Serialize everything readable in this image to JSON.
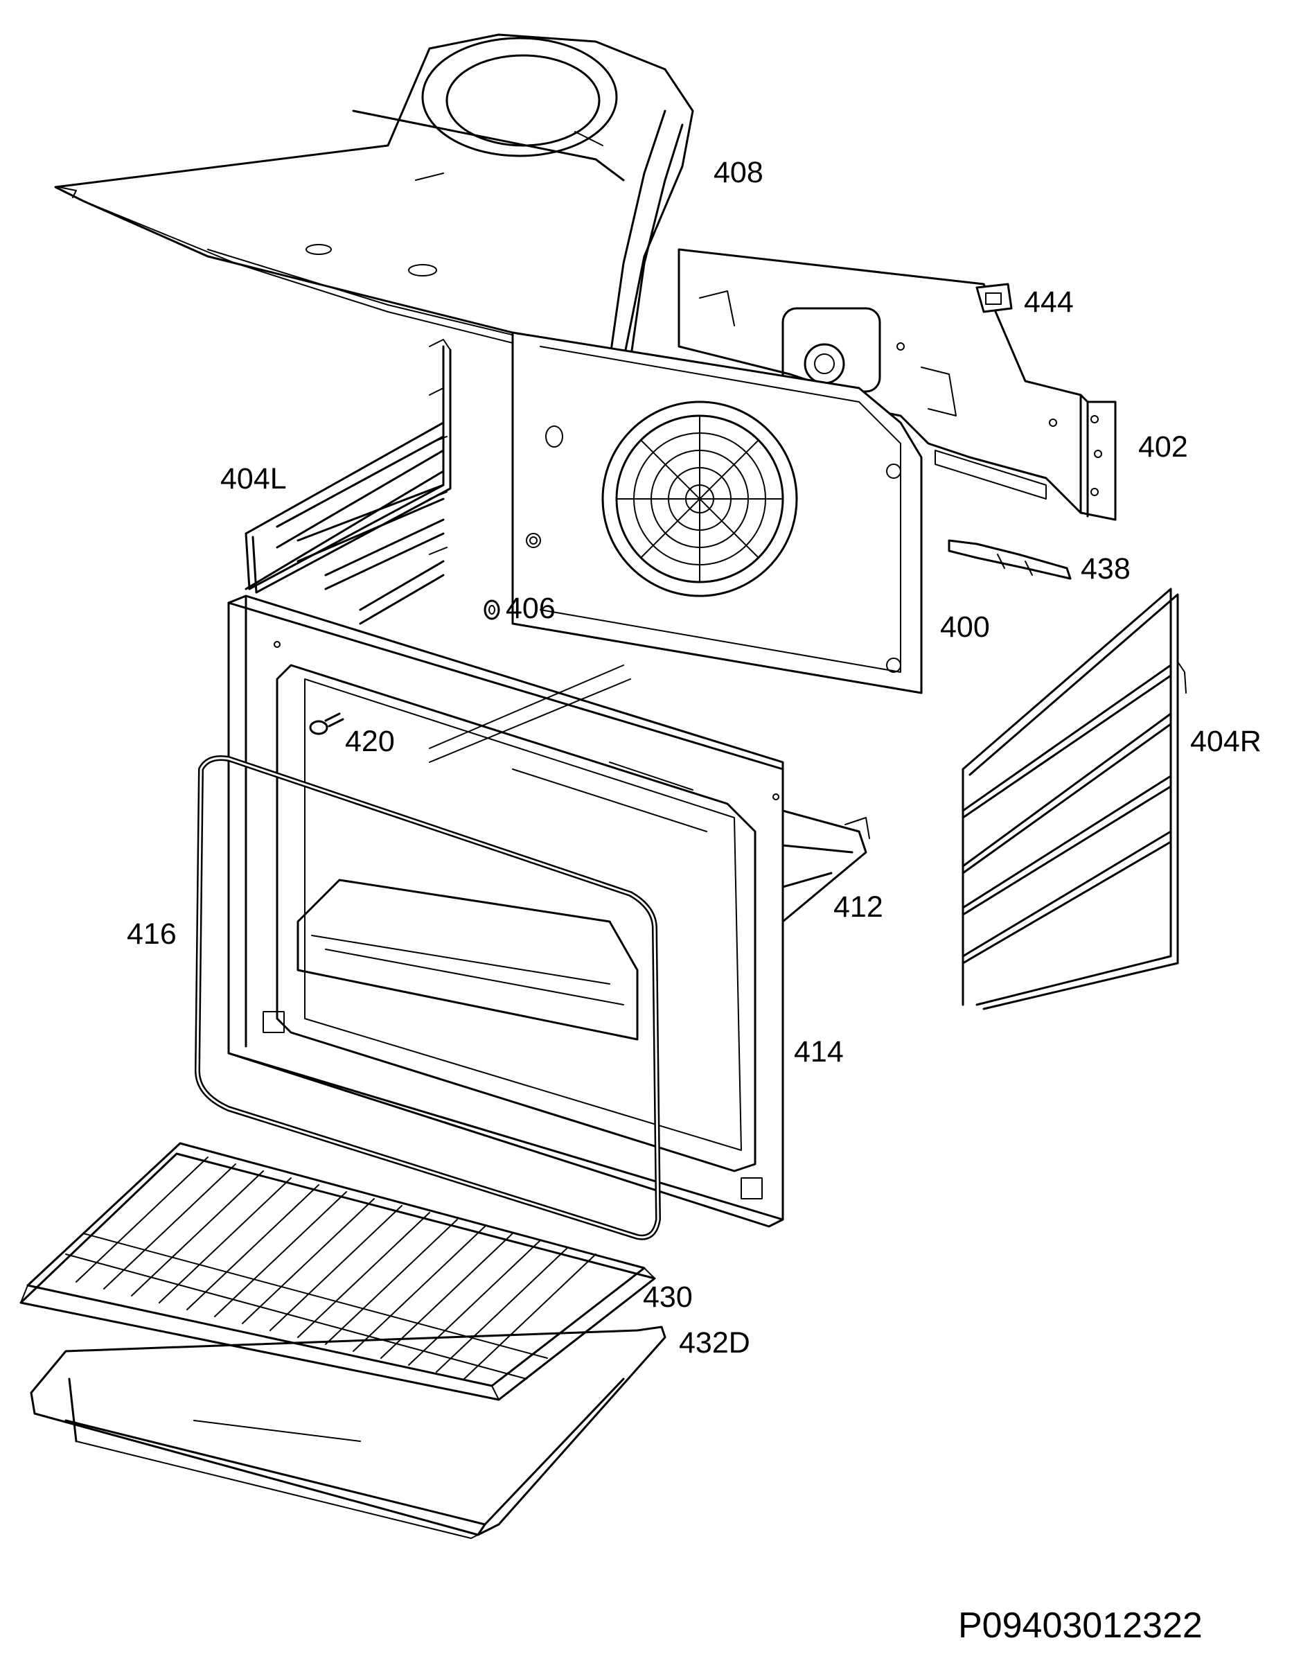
{
  "callouts": {
    "c408": "408",
    "c444": "444",
    "c402": "402",
    "c404L": "404L",
    "c438": "438",
    "c406": "406",
    "c400": "400",
    "c404R": "404R",
    "c420": "420",
    "c412": "412",
    "c416": "416",
    "c414": "414",
    "c430": "430",
    "c432D": "432D"
  },
  "document_id": "P09403012322"
}
